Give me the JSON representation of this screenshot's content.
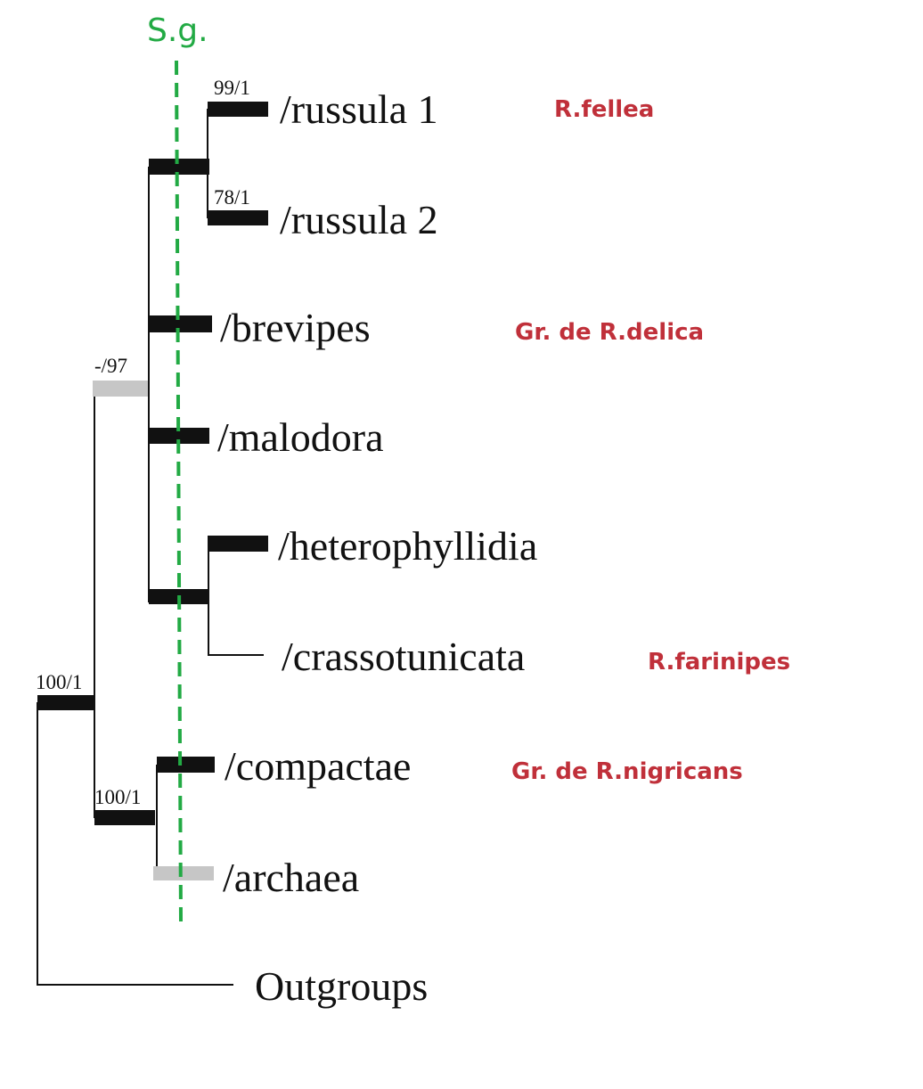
{
  "marker": {
    "label": "S.g.",
    "color": "#22aa44"
  },
  "taxa": [
    "/russula 1",
    "/russula 2",
    "/brevipes",
    "/malodora",
    "/heterophyllidia",
    "/crassotunicata",
    "/compactae",
    "/archaea",
    "Outgroups"
  ],
  "supports": {
    "russula1": "99/1",
    "russula2": "78/1",
    "core_clade": "-/97",
    "root": "100/1",
    "compactae_archaea": "100/1"
  },
  "groups": {
    "fellea": "R.fellea",
    "delica": "Gr. de R.delica",
    "farinipes": "R.farinipes",
    "nigricans": "Gr. de R.nigricans"
  },
  "colors": {
    "strong_support": "#111111",
    "weak_support": "#c6c6c6",
    "annotation": "#c0303a"
  }
}
